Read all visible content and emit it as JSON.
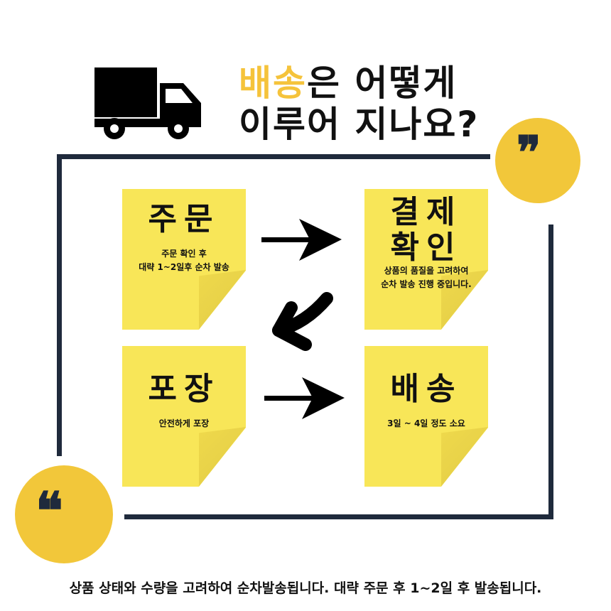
{
  "title": {
    "highlight": "배송",
    "line1_rest": "은 어떻게",
    "line2": "이루어 지나요?"
  },
  "steps": [
    {
      "heading": "주문",
      "desc": [
        "주문 확인 후",
        "대략 1~2일후 순차 발송"
      ]
    },
    {
      "heading": [
        "결제",
        "확인"
      ],
      "desc": [
        "상품의 품질을 고려하여",
        "순차 발송 진행 중입니다."
      ]
    },
    {
      "heading": "포장",
      "desc": [
        "안전하게 포장"
      ]
    },
    {
      "heading": "배송",
      "desc": [
        "3일 ~ 4일 정도 소요"
      ]
    }
  ],
  "quotes": {
    "close": "❞",
    "open": "❝"
  },
  "footer": "상품 상태와 수량을 고려하여 순차발송됩니다. 대략 주문 후 1~2일 후 발송됩니다.",
  "colors": {
    "accent": "#f5c33b",
    "note": "#f8e658",
    "frame": "#1f2a3c",
    "circle": "#f2c73a"
  },
  "icons": [
    "truck-icon",
    "arrow-right-icon",
    "curved-arrow-down-left-icon",
    "quote-icon"
  ]
}
